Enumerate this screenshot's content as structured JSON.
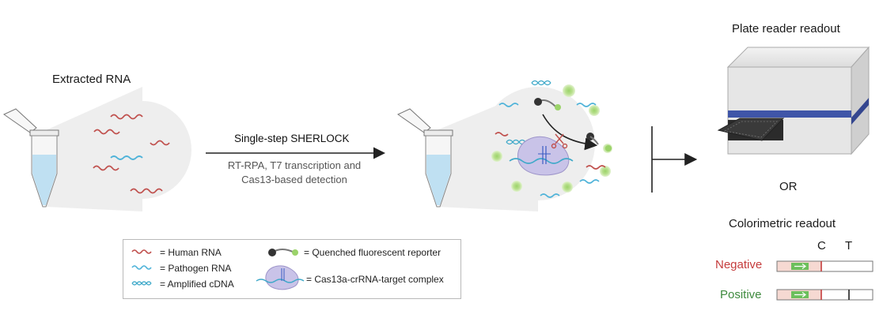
{
  "left": {
    "title": "Extracted RNA"
  },
  "step": {
    "title": "Single-step SHERLOCK",
    "sub_line1": "RT-RPA, T7 transcription and",
    "sub_line2": "Cas13-based detection"
  },
  "right": {
    "plate_title": "Plate reader readout",
    "or_label": "OR",
    "colorimetric_title": "Colorimetric readout",
    "strip_c_label": "C",
    "strip_t_label": "T",
    "negative_label": "Negative",
    "positive_label": "Positive"
  },
  "legend": {
    "human_rna": "= Human RNA",
    "pathogen_rna": "= Pathogen RNA",
    "amplified_cdna": "= Amplified cDNA",
    "reporter": "= Quenched fluorescent reporter",
    "complex": "= Cas13a-crRNA-target complex"
  },
  "colors": {
    "human_rna": "#c0504d",
    "pathogen_rna": "#4fb3d9",
    "cdna": "#3fa9c9",
    "tube_liquid": "#bfe0f2",
    "fluor_green": "#9bd36a",
    "cas_purple": "#c9c3e8",
    "negative": "#c53c3c",
    "positive": "#3e8a3e",
    "plate_stripe": "#3f55a8"
  }
}
